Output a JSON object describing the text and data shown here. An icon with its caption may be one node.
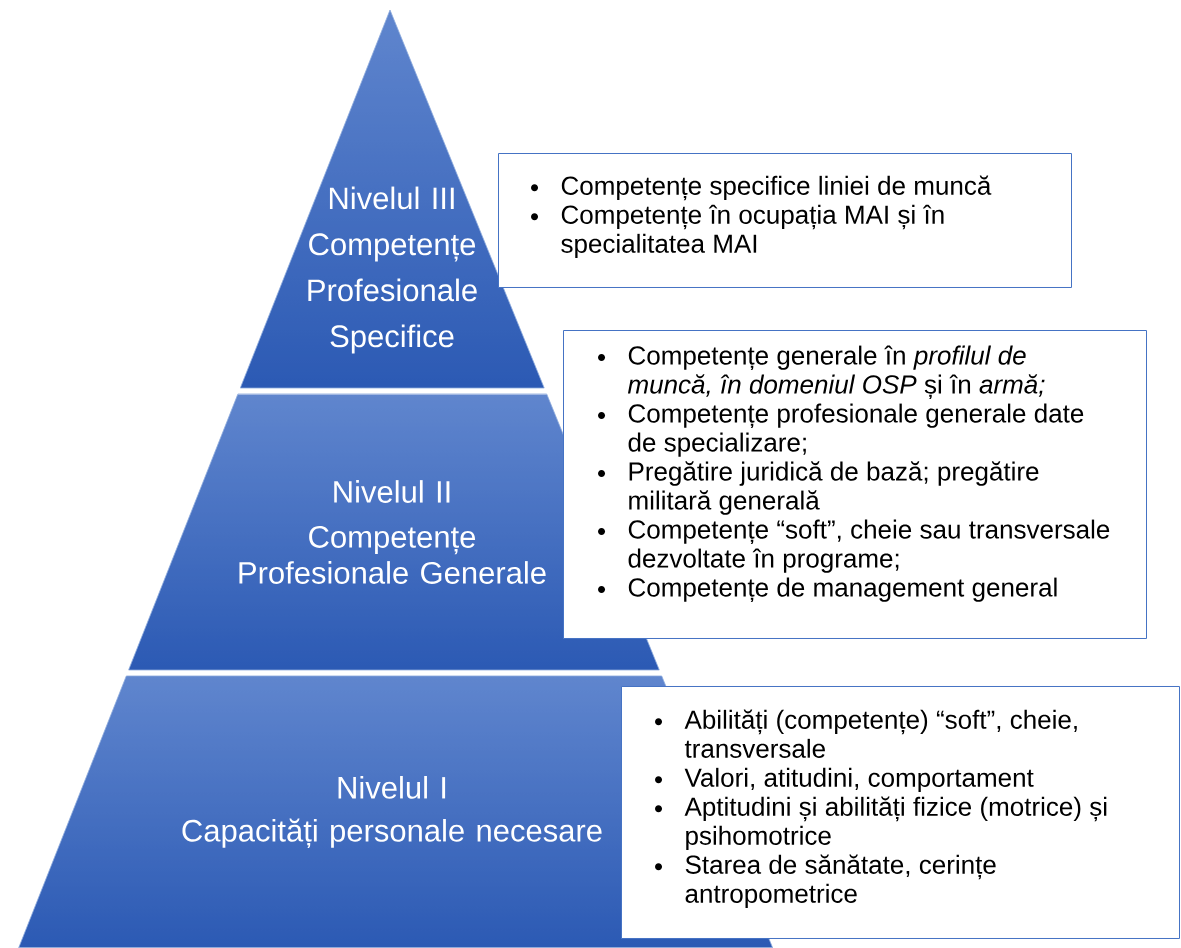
{
  "diagram": {
    "nodes": [
      {
        "text": [
          "Nivelul III",
          "Competențe Profesionale Specifice"
        ]
      },
      {
        "text": [
          "Competențe specifice liniei de muncă",
          "Competențe în ocupația MAI și în specialitatea MAI"
        ]
      },
      {
        "text": [
          "Nivelul II",
          "Competențe Profesionale Generale"
        ]
      },
      {
        "text": [
          "Competențe generale în *profilul de muncă, în domeniul OSP* și în *armă;*",
          "Competențe profesionale generale date de specializare;",
          "Pregătire juridică de bază; pregătire militară generală",
          "Competențe “soft”, cheie sau transversale dezvoltate în programe;",
          "Competențe de management general"
        ]
      },
      {
        "text": [
          "Nivelul I",
          "Capacități personale necesare"
        ]
      },
      {
        "text": [
          "Abilități (competențe) “soft”, cheie, transversale",
          "Valori, atitudini, comportament",
          "Aptitudini și abilități fizice (motrice) și psihomotrice",
          "Starea de sănătate, cerințe antropometrice"
        ]
      }
    ],
    "edges": []
  }
}
